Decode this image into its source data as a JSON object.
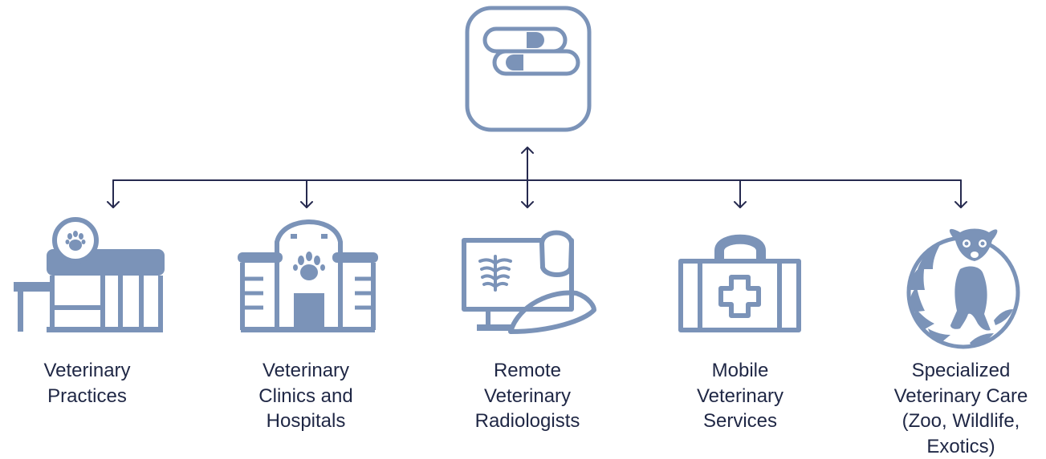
{
  "colors": {
    "icon": "#7b93b8",
    "connector": "#262a4f",
    "text": "#1f2745",
    "background": "#ffffff"
  },
  "hub": {
    "icon": "software-logo-icon"
  },
  "nodes": [
    {
      "icon": "veterinary-practice-storefront-icon",
      "label_lines": [
        "Veterinary",
        "Practices"
      ]
    },
    {
      "icon": "veterinary-hospital-building-icon",
      "label_lines": [
        "Veterinary",
        "Clinics and",
        "Hospitals"
      ]
    },
    {
      "icon": "radiologist-xray-monitor-icon",
      "label_lines": [
        "Remote",
        "Veterinary",
        "Radiologists"
      ]
    },
    {
      "icon": "mobile-medical-kit-icon",
      "label_lines": [
        "Mobile",
        "Veterinary",
        "Services"
      ]
    },
    {
      "icon": "lemur-icon",
      "label_lines": [
        "Specialized",
        "Veterinary Care",
        "(Zoo, Wildlife,",
        "Exotics)"
      ]
    }
  ]
}
